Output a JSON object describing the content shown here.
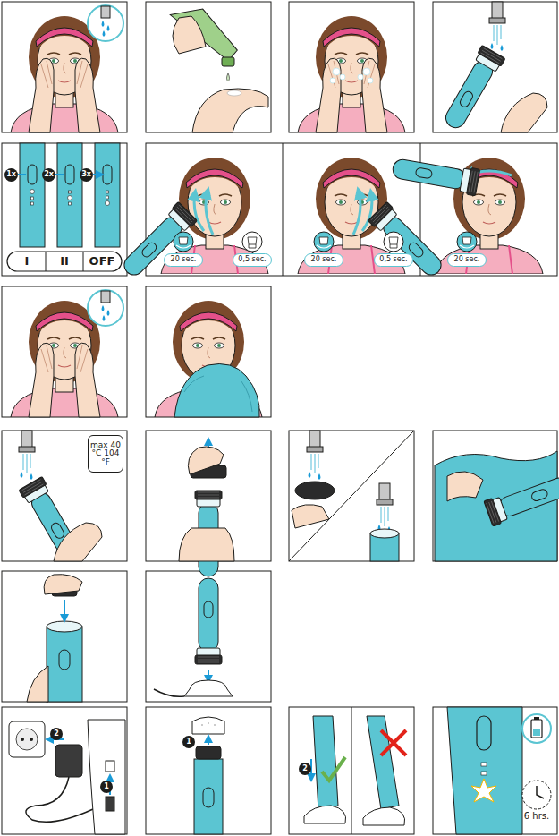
{
  "diagram": {
    "nodes": [
      {
        "text": [
          "1x"
        ]
      },
      {
        "text": [
          "2x"
        ]
      },
      {
        "text": [
          "3x"
        ]
      },
      {
        "text": [
          "I"
        ]
      },
      {
        "text": [
          "II"
        ]
      },
      {
        "text": [
          "OFF"
        ]
      },
      {
        "text": [
          "20 sec."
        ]
      },
      {
        "text": [
          "0,5 sec."
        ]
      },
      {
        "text": [
          "20 sec."
        ]
      },
      {
        "text": [
          "0,5 sec."
        ]
      },
      {
        "text": [
          "20 sec."
        ]
      },
      {
        "text": [
          "max 40 °C 104 °F"
        ]
      },
      {
        "text": [
          "1"
        ]
      },
      {
        "text": [
          "2"
        ]
      },
      {
        "text": [
          "1"
        ]
      },
      {
        "text": [
          "2"
        ]
      }
    ],
    "labels": [
      "6 hrs."
    ]
  }
}
